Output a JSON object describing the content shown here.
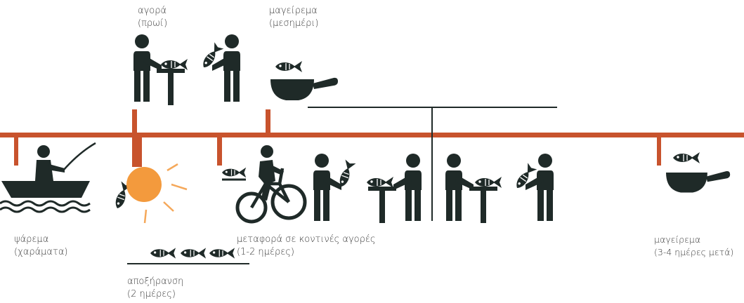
{
  "colors": {
    "timeline": "#c8532d",
    "figure": "#1f2a28",
    "sun": "#f39a3d",
    "sun_rays": "#f5a85a",
    "text": "#3a3a3a"
  },
  "labels": {
    "market_morning": {
      "line1": "αγορά",
      "line2": "(πρωί)"
    },
    "cooking_noon": {
      "line1": "μαγείρεμα",
      "line2": "(μεσημέρι)"
    },
    "fishing": {
      "line1": "ψάρεμα",
      "line2": "(χαράματα)"
    },
    "transport": {
      "line1": "μεταφορά σε κοντινές αγορές",
      "line2": "(1-2 ημέρες)"
    },
    "drying": {
      "line1": "αποξήρανση",
      "line2": "(2 ημέρες)"
    },
    "cooking_later": {
      "line1": "μαγείρεμα",
      "line2": "(3-4 ημέρες μετά)"
    }
  },
  "icons": [
    "fisherman-boat-icon",
    "fish-icon",
    "sun-icon",
    "cyclist-icon",
    "vendor-icon",
    "customer-icon",
    "market-table-icon",
    "frying-pan-icon",
    "dried-fish-icon"
  ]
}
